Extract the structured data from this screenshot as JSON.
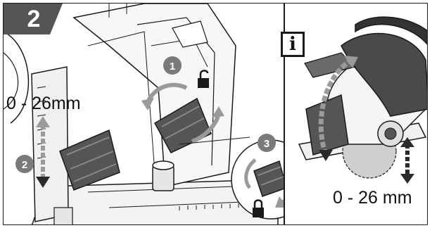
{
  "step": {
    "number": "2"
  },
  "left_panel": {
    "depth_label": "0 - 26mm",
    "callouts": [
      "1",
      "2",
      "3"
    ],
    "icons": [
      "lock-open-icon",
      "lock-closed-icon",
      "rotate-arrow-icon",
      "double-arrow-vertical-icon"
    ]
  },
  "right_panel": {
    "info_symbol": "i",
    "depth_label": "0 - 26 mm"
  },
  "colors": {
    "badge": "#555555",
    "outline": "#1a1a1a",
    "callout": "#7a7a7a",
    "tool_body": "#4a4a4a"
  }
}
